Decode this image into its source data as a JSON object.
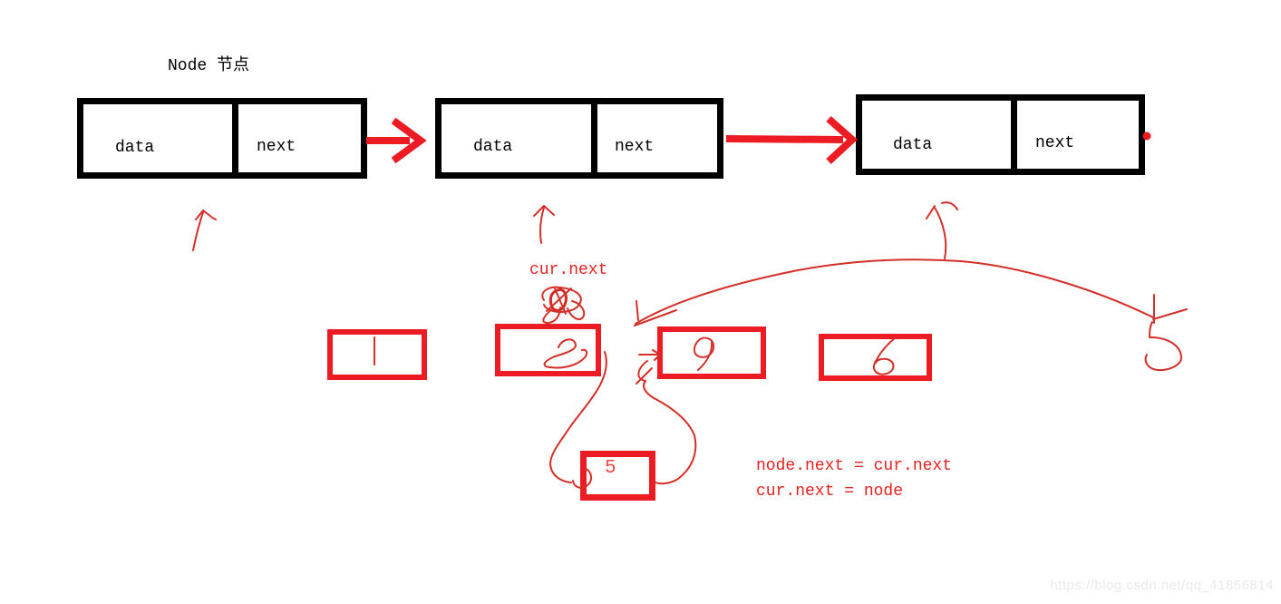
{
  "title": "Node 节点",
  "nodes": [
    {
      "data_label": "data",
      "next_label": "next"
    },
    {
      "data_label": "data",
      "next_label": "next"
    },
    {
      "data_label": "data",
      "next_label": "next"
    }
  ],
  "annotations": {
    "cur_next": "cur.next",
    "code_line1": "node.next = cur.next",
    "code_line2": "cur.next = node"
  },
  "inserted_node_value": "5",
  "handwritten_values": {
    "box1": "1",
    "box2": "3",
    "box3": "9",
    "box4": "6",
    "scratched_right_value": "5"
  },
  "watermark": "https://blog.csdn.net/qq_41856814",
  "colors": {
    "paint_red": "#ed1c24",
    "pen_red": "#d42f28",
    "ink_black": "#000000",
    "watermark_gray": "#e9e9ed"
  },
  "icons": {
    "scribble": "scratched-out-value-scribble",
    "dot": "next-pointer-dot"
  }
}
